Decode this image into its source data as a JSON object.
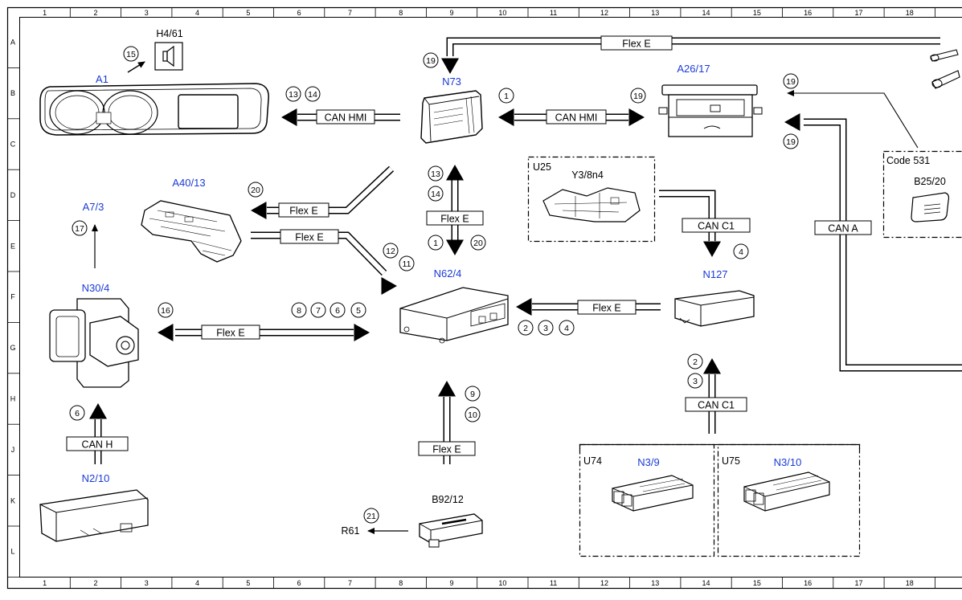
{
  "grid": {
    "columns": [
      "1",
      "2",
      "3",
      "4",
      "5",
      "6",
      "7",
      "8",
      "9",
      "10",
      "11",
      "12",
      "13",
      "14",
      "15",
      "16",
      "17",
      "18"
    ],
    "rows": [
      "A",
      "B",
      "C",
      "D",
      "E",
      "F",
      "G",
      "H",
      "J",
      "K",
      "L"
    ]
  },
  "components": {
    "a1": "A1",
    "h4_61": "H4/61",
    "n73": "N73",
    "a26_17": "A26/17",
    "a40_13": "A40/13",
    "a7_3": "A7/3",
    "n30_4": "N30/4",
    "n62_4": "N62/4",
    "n127": "N127",
    "n2_10": "N2/10",
    "b92_12": "B92/12",
    "r61": "R61",
    "y3_8n4": "Y3/8n4",
    "b25_20": "B25/20",
    "n3_9": "N3/9",
    "n3_10": "N3/10"
  },
  "groups": {
    "u25": "U25",
    "code531": "Code 531",
    "u74": "U74",
    "u75": "U75"
  },
  "buses": {
    "flex_e": "Flex E",
    "can_hmi": "CAN HMI",
    "can_c1": "CAN C1",
    "can_a": "CAN A",
    "can_h": "CAN H"
  },
  "markers": {
    "m1": "1",
    "m2": "2",
    "m3": "3",
    "m4": "4",
    "m5": "5",
    "m6": "6",
    "m7": "7",
    "m8": "8",
    "m9": "9",
    "m10": "10",
    "m11": "11",
    "m12": "12",
    "m13": "13",
    "m14": "14",
    "m15": "15",
    "m16": "16",
    "m17": "17",
    "m19": "19",
    "m20": "20",
    "m21": "21"
  },
  "colors": {
    "component_label": "#1a3bd6",
    "line": "#000000"
  }
}
